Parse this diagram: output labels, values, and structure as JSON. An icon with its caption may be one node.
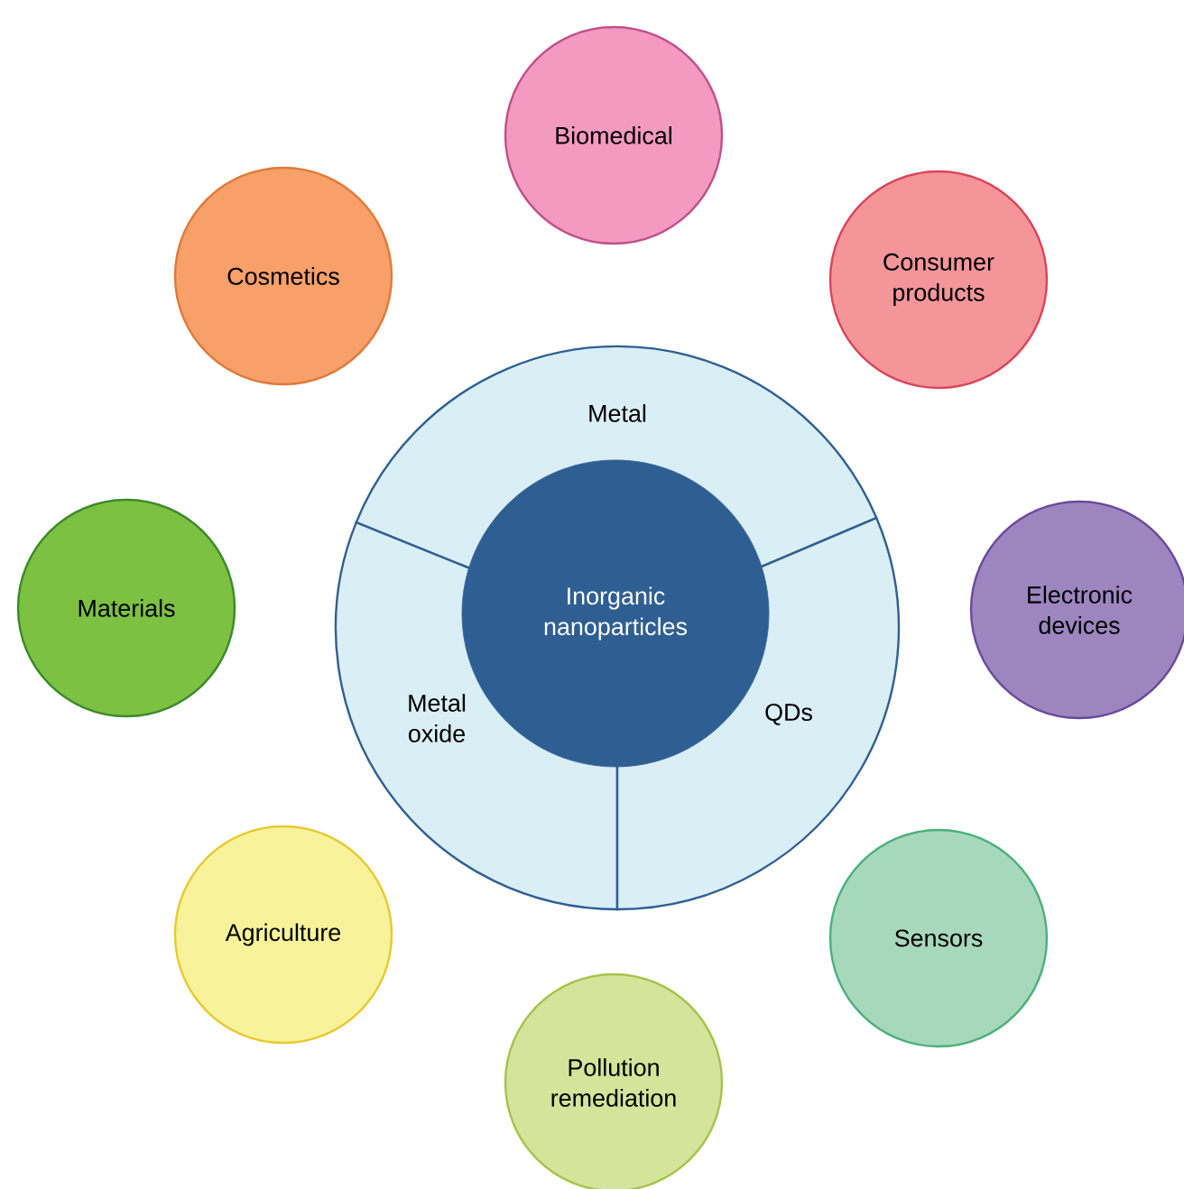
{
  "diagram": {
    "nodes": [
      {
        "text": [
          "Biomedical"
        ]
      },
      {
        "text": [
          "Cosmetics"
        ]
      },
      {
        "text": [
          "Consumer products"
        ]
      },
      {
        "text": [
          "Metal"
        ]
      },
      {
        "text": [
          "Materials"
        ]
      },
      {
        "text": [
          "Inorganic nanoparticles"
        ]
      },
      {
        "text": [
          "Electronic devices"
        ]
      },
      {
        "text": [
          "Metal oxide"
        ]
      },
      {
        "text": [
          "QDs"
        ]
      },
      {
        "text": [
          "Agriculture"
        ]
      },
      {
        "text": [
          "Sensors"
        ]
      },
      {
        "text": [
          "Pollution remediation"
        ]
      }
    ]
  }
}
